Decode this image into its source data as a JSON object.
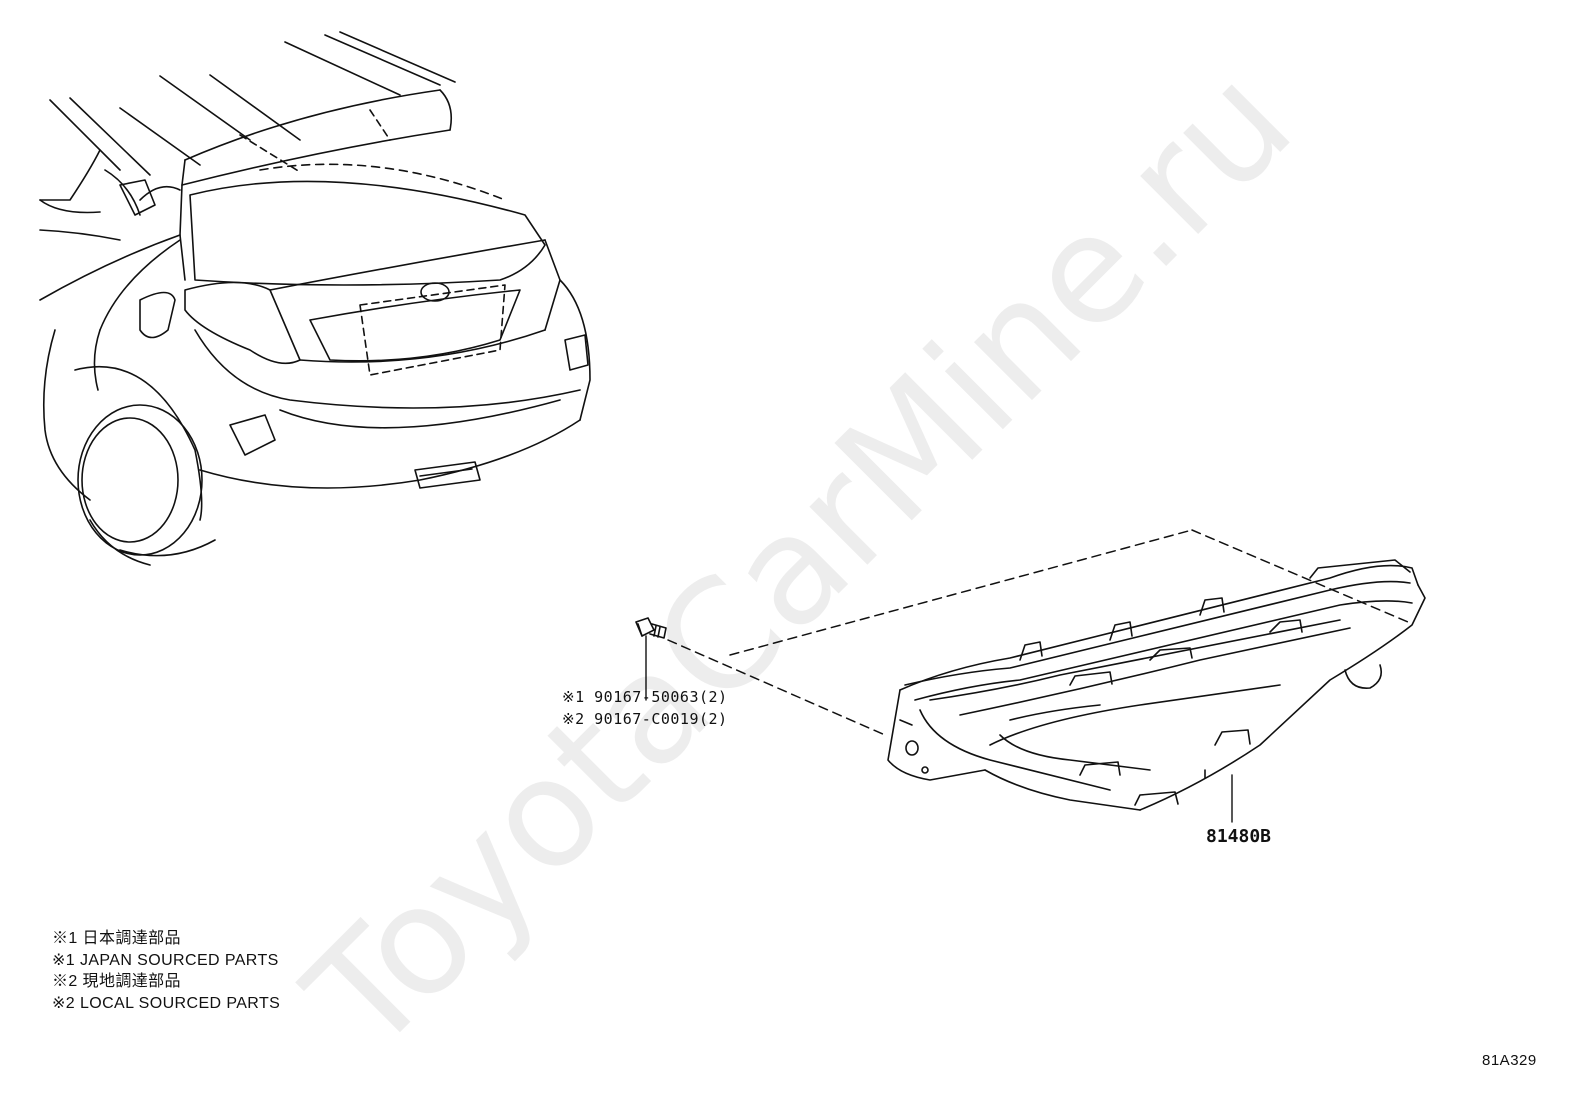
{
  "watermark": {
    "text": "ToyotaCarMine.ru"
  },
  "callouts": {
    "bolt_line_1": "※1 90167-50063(2)",
    "bolt_line_2": "※2 90167-C0019(2)",
    "lamp_part": "81480B"
  },
  "legend": {
    "items": [
      "※1 日本調達部品",
      "※1 JAPAN SOURCED PARTS",
      "※2 現地調達部品",
      "※2 LOCAL SOURCED PARTS"
    ]
  },
  "reference_code": "81A329",
  "colors": {
    "line": "#111111",
    "background": "#ffffff"
  }
}
